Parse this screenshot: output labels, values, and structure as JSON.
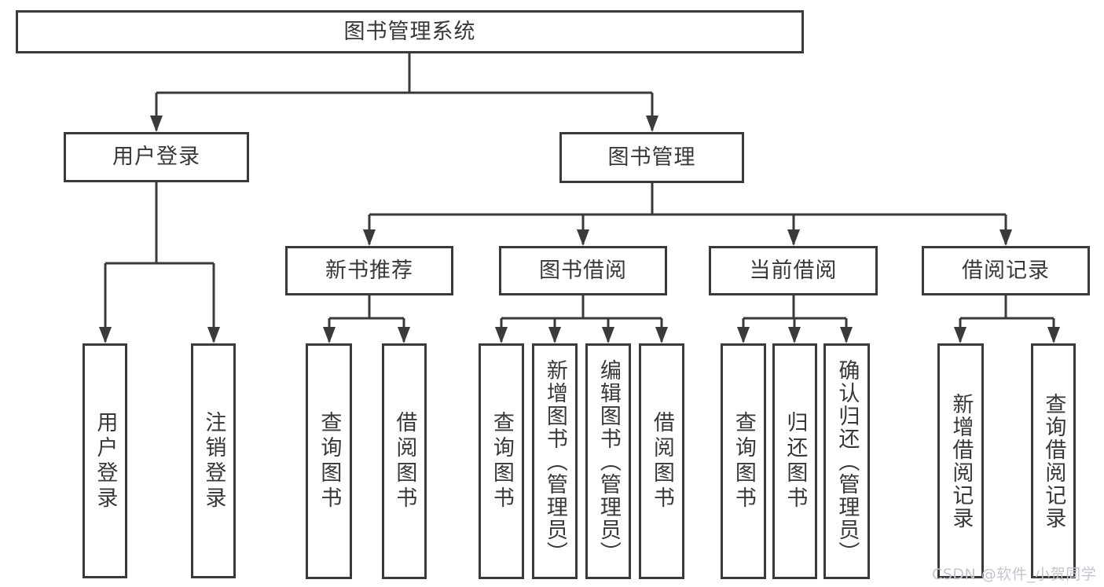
{
  "diagram": {
    "title": "图书管理系统",
    "type": "feature-tree",
    "tree": {
      "label": "图书管理系统",
      "children": [
        {
          "label": "用户登录",
          "children": [
            {
              "label": "用户登录"
            },
            {
              "label": "注销登录"
            }
          ]
        },
        {
          "label": "图书管理",
          "children": [
            {
              "label": "新书推荐",
              "children": [
                {
                  "label": "查询图书"
                },
                {
                  "label": "借阅图书"
                }
              ]
            },
            {
              "label": "图书借阅",
              "children": [
                {
                  "label": "查询图书"
                },
                {
                  "label": "新增图书（管理员）"
                },
                {
                  "label": "编辑图书（管理员）"
                },
                {
                  "label": "借阅图书"
                }
              ]
            },
            {
              "label": "当前借阅",
              "children": [
                {
                  "label": "查询图书"
                },
                {
                  "label": "归还图书"
                },
                {
                  "label": "确认归还（管理员）"
                }
              ]
            },
            {
              "label": "借阅记录",
              "children": [
                {
                  "label": "新增借阅记录"
                },
                {
                  "label": "查询借阅记录"
                }
              ]
            }
          ]
        }
      ]
    },
    "colors": {
      "line": "#3a3a3a",
      "box_border": "#3a3a3a",
      "text": "#383838",
      "background": "#ffffff",
      "watermark_text": "#c3c6cf"
    }
  },
  "watermark": {
    "text": "CSDN @软件_小贺同学"
  }
}
